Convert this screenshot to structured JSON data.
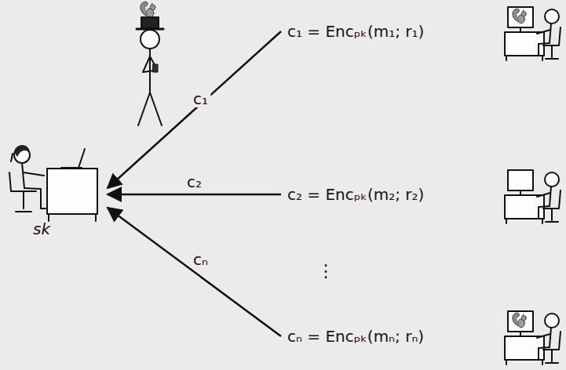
{
  "diagram": {
    "nodes": [
      {
        "text": [
          "sk"
        ]
      },
      {
        "text": [
          "c₁ = Encₚₖ(m₁; r₁)"
        ]
      },
      {
        "text": [
          "c₂ = Encₚₖ(m₂; r₂)"
        ]
      },
      {
        "text": [
          "cₙ = Encₚₖ(mₙ; rₙ)"
        ]
      }
    ],
    "edges": [
      {
        "from": 1,
        "to": 0,
        "arrow": "to",
        "label": "c₁"
      },
      {
        "from": 2,
        "to": 0,
        "arrow": "to",
        "label": "c₂"
      },
      {
        "from": 3,
        "to": 0,
        "arrow": "to",
        "label": "cₙ"
      }
    ],
    "labels": [
      "⋮"
    ]
  }
}
